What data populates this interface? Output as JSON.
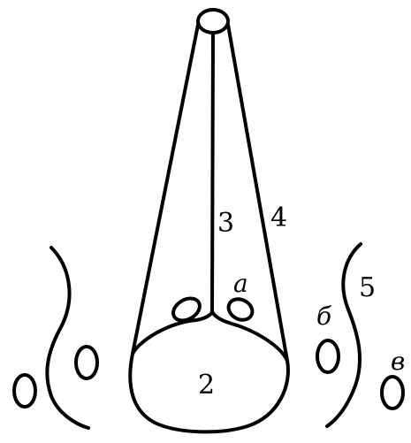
{
  "labels": {
    "n2": "2",
    "n3": "3",
    "n4": "4",
    "n5": "5",
    "a": "a",
    "b": "б",
    "v": "в"
  },
  "colors": {
    "ink": "#000000",
    "background": "#ffffff"
  }
}
